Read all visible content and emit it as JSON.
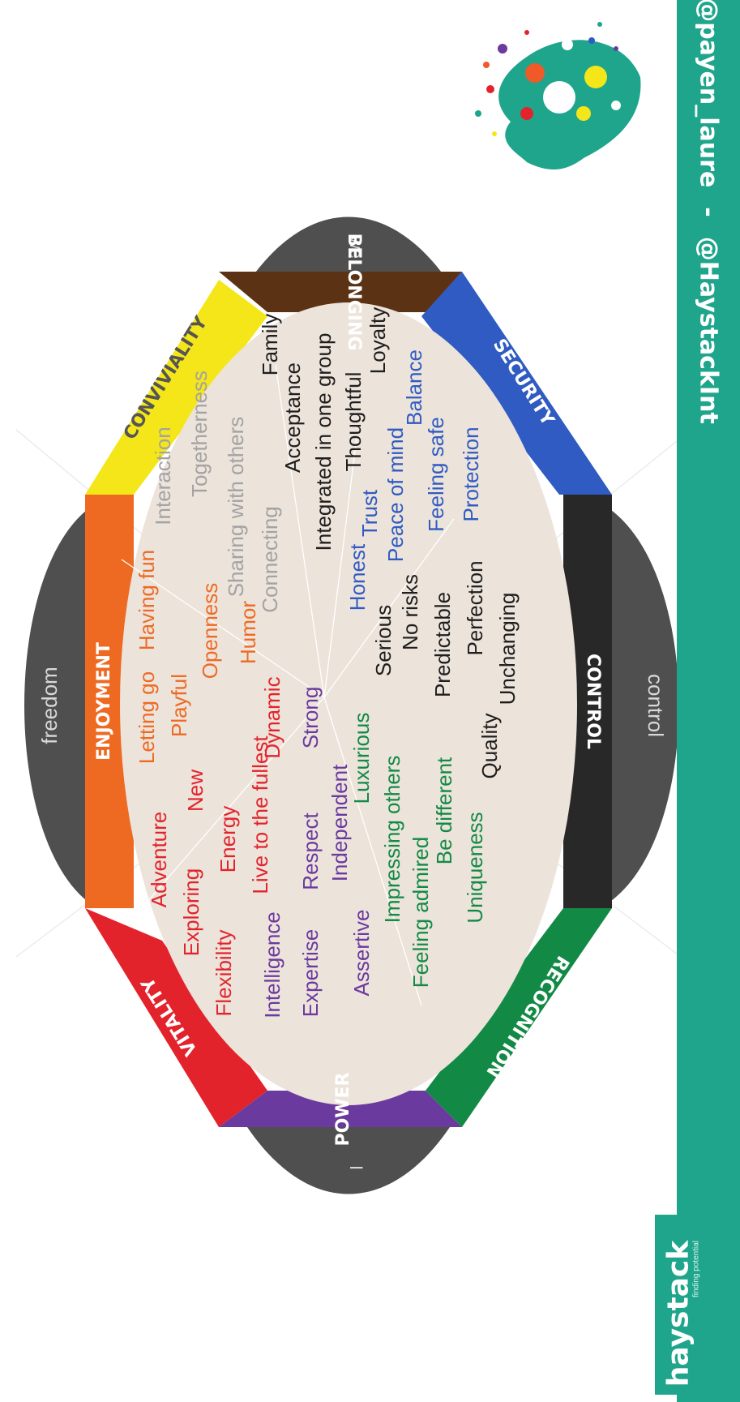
{
  "colors": {
    "vitality": "#e3232b",
    "enjoyment": "#ee6a23",
    "conviviality": "#f4e619",
    "belonging": "#5b3213",
    "security": "#2f5bc2",
    "control": "#282828",
    "recognition": "#128a45",
    "power": "#6b3a9e",
    "oval": "#ece3da",
    "petal": "#4f4f4f",
    "teal": "#1fa58c"
  },
  "petals": {
    "freedom": "freedom",
    "we": "we",
    "control": "control",
    "i": "I"
  },
  "categories": {
    "vitality": "VITALITY",
    "enjoyment": "ENJOYMENT",
    "conviviality": "CONVIVIALITY",
    "belonging": "BELONGING",
    "security": "SECURITY",
    "control": "CONTROL",
    "recognition": "RECOGNITION",
    "power": "POWER"
  },
  "words": {
    "vitality": [
      "Adventure",
      "Exploring",
      "New",
      "Flexibility",
      "Energy",
      "Live to the fullest",
      "Dynamic"
    ],
    "enjoyment": [
      "Letting go",
      "Having fun",
      "Playful",
      "Openness",
      "Humor"
    ],
    "conviviality": [
      "Interaction",
      "Togetherness",
      "Sharing with others",
      "Connecting"
    ],
    "belonging": [
      "Family",
      "Acceptance",
      "Integrated in one group",
      "Thoughtful",
      "Loyalty"
    ],
    "security": [
      "Balance",
      "Peace of mind",
      "Feeling safe",
      "Protection",
      "Trust",
      "Honest"
    ],
    "control": [
      "Serious",
      "No risks",
      "Predictable",
      "Perfection",
      "Unchanging",
      "Quality"
    ],
    "recognition": [
      "Luxurious",
      "Impressing others",
      "Feeling admired",
      "Be different",
      "Uniqueness"
    ],
    "power": [
      "Strong",
      "Respect",
      "Independent",
      "Intelligence",
      "Expertise",
      "Assertive"
    ]
  },
  "footer": {
    "left_handle": "@payen_laure",
    "separator": "-",
    "right_handle": "@HaystackInt"
  },
  "brand": {
    "name": "haystack",
    "tagline": "finding potential"
  }
}
